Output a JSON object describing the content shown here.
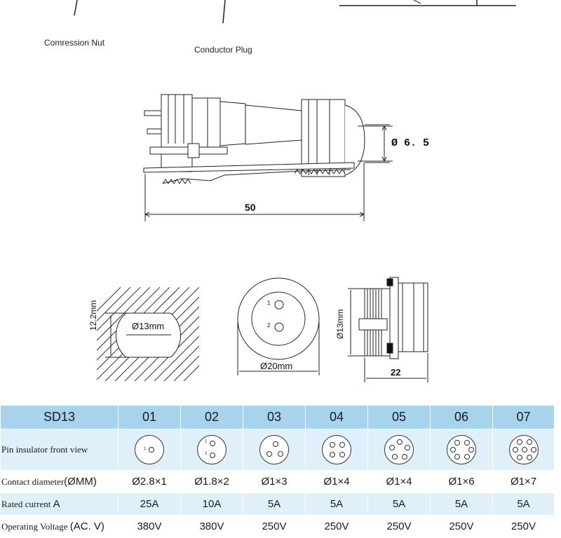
{
  "labels": {
    "compression_nut": "Comression Nut",
    "conductor_plug": "Conductor Plug",
    "dim_cable_dia": "Ø 6. 5",
    "dim_length": "50",
    "dim_panel_hole": "Ø13mm",
    "dim_panel_flat": "12.2mm",
    "dim_socket_face": "Ø20mm",
    "dim_socket_side": "Ø13mm",
    "dim_socket_depth": "22",
    "pin1": "1",
    "pin2": "2"
  },
  "table": {
    "model": "SD13",
    "columns": [
      "01",
      "02",
      "03",
      "04",
      "05",
      "06",
      "07"
    ],
    "rows": {
      "view_label": "Pin insulator front view",
      "diameter_label": "Contact diameter",
      "diameter_unit": "(ØMM)",
      "diameter_values": [
        "Ø2.8×1",
        "Ø1.8×2",
        "Ø1×3",
        "Ø1×4",
        "Ø1×4",
        "Ø1×6",
        "Ø1×7"
      ],
      "current_label": "Rated current",
      "current_unit": "A",
      "current_values": [
        "25A",
        "10A",
        "5A",
        "5A",
        "5A",
        "5A",
        "5A"
      ],
      "voltage_label": "Operating Voltage",
      "voltage_unit": "(AC. V)",
      "voltage_values": [
        "380V",
        "380V",
        "250V",
        "250V",
        "250V",
        "250V",
        "250V"
      ]
    }
  },
  "colors": {
    "header": "#a7d3ec",
    "band": "#dff0fa",
    "line": "#222222"
  }
}
